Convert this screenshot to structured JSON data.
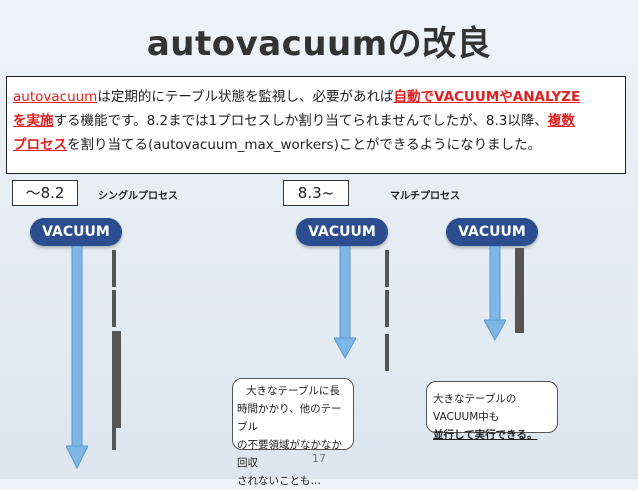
{
  "title": "autovacuumの改良",
  "intro": {
    "p1": "autovacuum",
    "p2": "は定期的にテーブル状態を監視し、必要があれば",
    "p3": "自動でVACUUMやANALYZE",
    "p4": "を実施",
    "p5": "する機能です。8.2までは1プロセスしか割り当てられませんでしたが、8.3以降、",
    "p6": "複数",
    "p7": "プロセス",
    "p8": "を割り当てる(autovacuum_max_workers)ことができるようになりました。"
  },
  "left": {
    "version": "～8.2",
    "label": "シングルプロセス",
    "vacuum": "VACUUM"
  },
  "right": {
    "version": "8.3~",
    "label": "マルチプロセス",
    "vacuum1": "VACUUM",
    "vacuum2": "VACUUM"
  },
  "callout_left": {
    "line1": "大きなテーブルに長",
    "line2": "時間かかり、他のテーブル",
    "line3": "の不要領域がなかなか回収",
    "line4": "されないことも…"
  },
  "callout_right": {
    "line1": "大きなテーブルのVACUUM中も",
    "line2": "並行して実行できる。"
  },
  "colors": {
    "blue": "#2e86b8",
    "yellow": "#e9a93a",
    "red": "#c9503c",
    "gray": "#6a6a6a",
    "vacuum": "#2c4d8f",
    "arrow": "#7fb6e8"
  },
  "page_number": "17"
}
